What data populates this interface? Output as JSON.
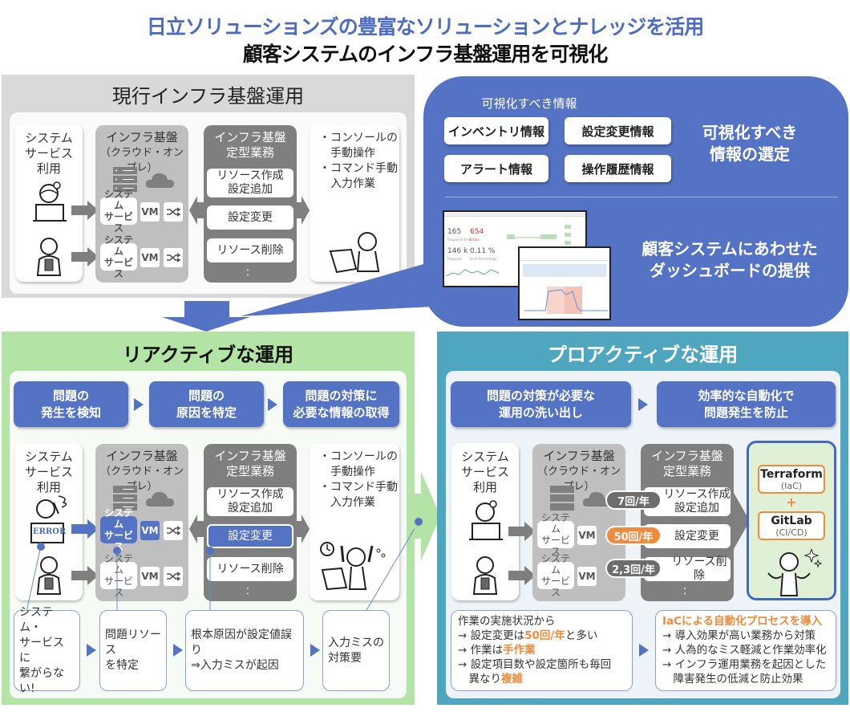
{
  "header": {
    "title_line1": "日立ソリューションズの豊富なソリューションとナレッジを活用",
    "title_line2": "顧客システムのインフラ基盤運用を可視化"
  },
  "current": {
    "title": "現行インフラ基盤運用",
    "users_label": [
      "システム",
      "サービス",
      "利用"
    ],
    "infra_title": "インフラ基盤",
    "infra_subtitle": "（クラウド・オンプレ）",
    "svc_label": [
      "システム",
      "サービス"
    ],
    "vm_label": "VM",
    "ops_title": [
      "インフラ基盤",
      "定型業務"
    ],
    "ops_items": [
      [
        "リソース作成",
        "設定追加"
      ],
      [
        "設定変更"
      ],
      [
        "リソース削除"
      ]
    ],
    "ops_more": "：",
    "manual": [
      "・コンソールの",
      "　手動操作",
      "・コマンド手動",
      "　入力作業"
    ]
  },
  "visualize": {
    "subtitle": "可視化すべき情報",
    "chips": [
      "インベントリ情報",
      "設定変更情報",
      "アラート情報",
      "操作履歴情報"
    ],
    "heading1": [
      "可視化すべき",
      "情報の選定"
    ],
    "heading2": [
      "顧客システムにあわせた",
      "ダッシュボードの提供"
    ],
    "dashboard": {
      "metrics": [
        "165",
        "654",
        "146 k",
        "0.11 %"
      ],
      "metric_labels": [
        "Response time",
        "Errors",
        "Requests",
        "Error Percentage"
      ]
    }
  },
  "reactive": {
    "title": "リアクティブな運用",
    "steps": [
      [
        "問題の",
        "発生を検知"
      ],
      [
        "問題の",
        "原因を特定"
      ],
      [
        "問題の対策に",
        "必要な情報の取得"
      ]
    ],
    "error_label": "ERROR",
    "notes": [
      [
        "システム・",
        "サービスに",
        "繋がらない!"
      ],
      [
        "問題リソース",
        "を特定"
      ],
      [
        "根本原因が設定値誤り",
        "⇒入力ミスが起因"
      ],
      [
        "入力ミスの",
        "対策要"
      ]
    ]
  },
  "proactive": {
    "title": "プロアクティブな運用",
    "steps": [
      [
        "問題の対策が必要な",
        "運用の洗い出し"
      ],
      [
        "効率的な自動化で",
        "問題発生を防止"
      ]
    ],
    "frequencies": [
      "7回/年",
      "50回/年",
      "2,3回/年"
    ],
    "tools": [
      {
        "name": "Terraform",
        "sub": "(IaC)"
      },
      {
        "name": "GitLab",
        "sub": "(CI/CD)"
      }
    ],
    "plus": "+",
    "left_note": {
      "intro": "作業の実施状況から",
      "line1_pre": "→ 設定変更は",
      "line1_hl": "50回/年",
      "line1_post": "と多い",
      "line2_pre": "→ 作業は",
      "line2_hl": "手作業",
      "line3": "→ 設定項目数や設定箇所も毎回",
      "line4_pre": "　異なり",
      "line4_hl": "複雑"
    },
    "right_note": {
      "heading": "IaCによる自動化プロセスを導入",
      "lines": [
        "→ 導入効果が高い業務から対策",
        "→ 人為的なミス軽減と作業効率化",
        "→ インフラ運用業務を起因とした",
        "　障害発生の低減と防止効果"
      ]
    }
  },
  "colors": {
    "brand_blue": "#5473c4",
    "reactive_green": "#b3e3a5",
    "proactive_teal": "#4fa6bf",
    "highlight_orange": "#f08a3c",
    "ops_gray": "#7f7f7f",
    "infra_gray": "#bfbfbf"
  }
}
